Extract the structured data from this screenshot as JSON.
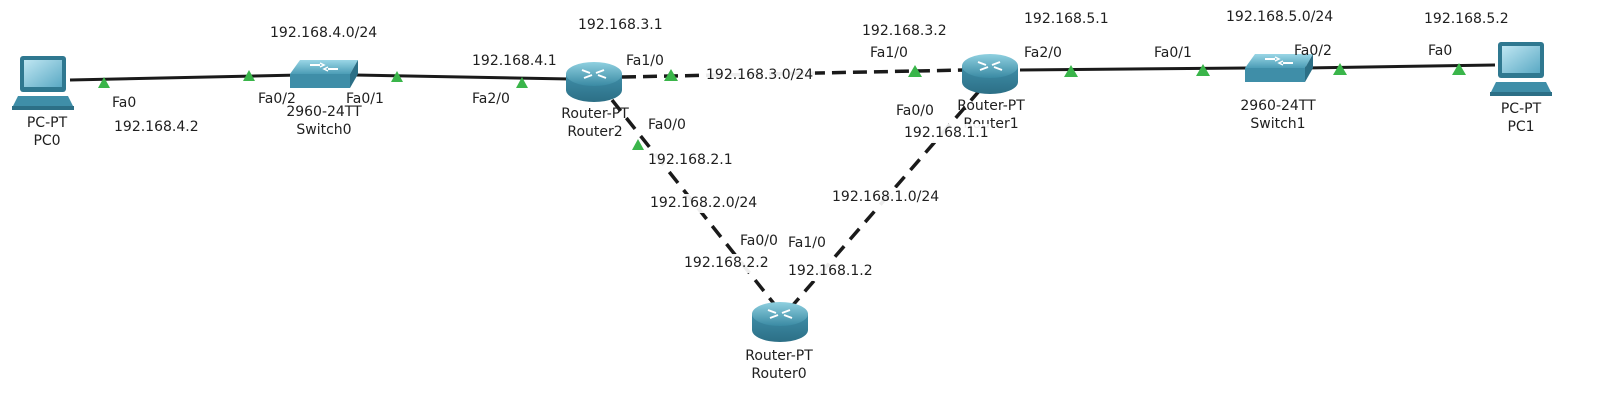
{
  "devices": {
    "pc0": {
      "type_label": "PC-PT",
      "name": "PC0"
    },
    "pc1": {
      "type_label": "PC-PT",
      "name": "PC1"
    },
    "switch0": {
      "type_label": "2960-24TT",
      "name": "Switch0"
    },
    "switch1": {
      "type_label": "2960-24TT",
      "name": "Switch1"
    },
    "router0": {
      "type_label": "Router-PT",
      "name": "Router0"
    },
    "router1": {
      "type_label": "Router-PT",
      "name": "Router1"
    },
    "router2": {
      "type_label": "Router-PT",
      "name": "Router2"
    }
  },
  "links": {
    "pc0_switch0": {
      "net": "192.168.4.0/24",
      "end_a_port": "Fa0",
      "end_a_ip": "192.168.4.2",
      "end_b_port": "Fa0/2"
    },
    "switch0_router2": {
      "end_a_port": "Fa0/1",
      "end_b_port": "Fa2/0",
      "end_b_ip": "192.168.4.1"
    },
    "router2_router1": {
      "net": "192.168.3.0/24",
      "end_a_port": "Fa1/0",
      "end_a_ip": "192.168.3.1",
      "end_b_port": "Fa1/0",
      "end_b_ip": "192.168.3.2"
    },
    "router1_switch1": {
      "net": "192.168.5.0/24",
      "end_a_port": "Fa2/0",
      "end_a_ip": "192.168.5.1",
      "end_b_port": "Fa0/1"
    },
    "switch1_pc1": {
      "end_a_port": "Fa0/2",
      "end_b_port": "Fa0",
      "end_b_ip": "192.168.5.2"
    },
    "router2_router0": {
      "net": "192.168.2.0/24",
      "end_a_port": "Fa0/0",
      "end_a_ip": "192.168.2.1",
      "end_b_port": "Fa0/0",
      "end_b_ip": "192.168.2.2"
    },
    "router1_router0": {
      "net": "192.168.1.0/24",
      "end_a_port": "Fa0/0",
      "end_a_ip": "192.168.1.1",
      "end_b_port": "Fa1/0",
      "end_b_ip": "192.168.1.2"
    }
  },
  "colors": {
    "link_up": "#1a1a1a",
    "port_up": "#3ab54a",
    "router_body": "#4f9fb8",
    "switch_body": "#4f9fb8",
    "pc_screen": "#6fb7cf"
  }
}
